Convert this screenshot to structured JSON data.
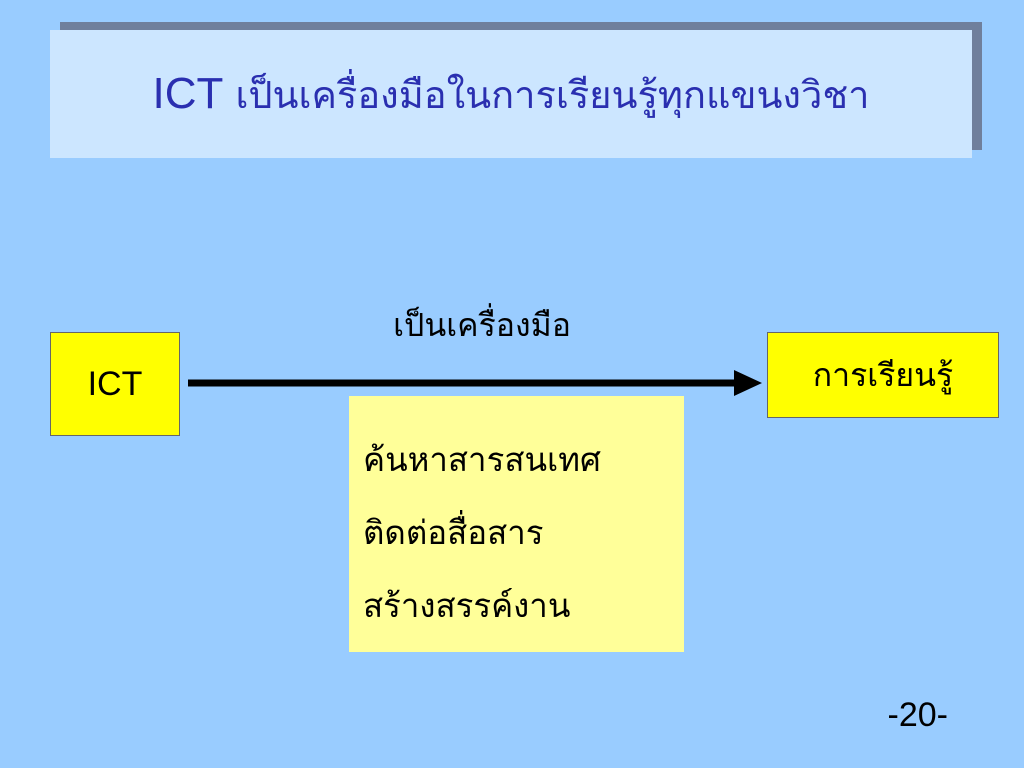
{
  "title": {
    "latin": "ICT",
    "thai": "เป็นเครื่องมือในการเรียนรู้ทุกแขนงวิชา"
  },
  "diagram": {
    "source": "ICT",
    "target": "การเรียนรู้",
    "edge_label": "เป็นเครื่องมือ",
    "list_items": [
      "ค้นหาสารสนเทศ",
      "ติดต่อสื่อสาร",
      "สร้างสรรค์งาน"
    ]
  },
  "page_number": "-20-",
  "colors": {
    "background": "#99ccff",
    "title_box": "#cce6ff",
    "title_text": "#2a2fb0",
    "node_fill": "#ffff00",
    "list_fill": "#ffff99"
  }
}
